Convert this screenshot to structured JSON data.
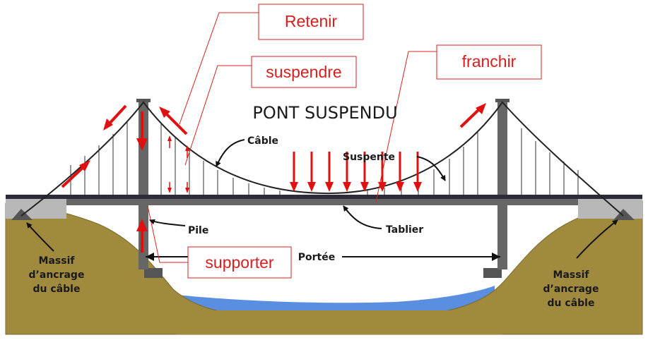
{
  "title": "PONT SUSPENDU",
  "labels": {
    "cable": "Câble",
    "suspente": "Suspente",
    "pile": "Pile",
    "tablier": "Tablier",
    "portee": "Portée",
    "massif_left": [
      "Massif",
      "d’ancrage",
      "du câble"
    ],
    "massif_right": [
      "Massif",
      "d’ancrage",
      "du câble"
    ]
  },
  "function_boxes": {
    "retenir": "Retenir",
    "suspendre": "suspendre",
    "franchir": "franchir",
    "supporter": "supporter"
  },
  "colors": {
    "ground": "#a08a3e",
    "ground_edge": "#7a6a2a",
    "water": "#5a8ee0",
    "structure": "#666666",
    "deck_top": "#2b2b3a",
    "cable": "#222222",
    "red_accent": "#e01010",
    "box_border": "#d42020"
  }
}
